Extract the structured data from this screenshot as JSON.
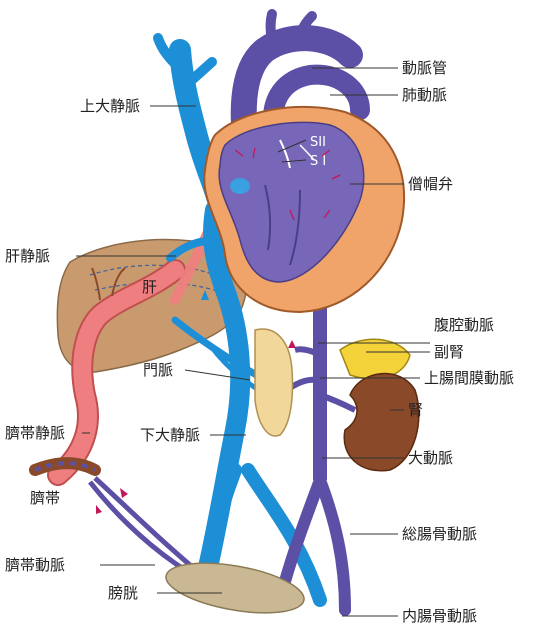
{
  "labels": {
    "ductus_arteriosus": "動脈管",
    "pulmonary_artery": "肺動脈",
    "svc": "上大静脈",
    "mitral_valve": "僧帽弁",
    "hepatic_vein": "肝静脈",
    "liver": "肝",
    "celiac_artery": "腹腔動脈",
    "adrenal": "副腎",
    "portal_vein": "門脈",
    "sma": "上腸間膜動脈",
    "kidney": "腎",
    "umbilical_vein": "臍帯静脈",
    "ivc": "下大静脈",
    "aorta": "大動脈",
    "umbilical_cord": "臍帯",
    "common_iliac": "総腸骨動脈",
    "umbilical_artery": "臍帯動脈",
    "bladder": "膀胱",
    "internal_iliac": "内腸骨動脈",
    "s2": "SII",
    "s1": "S I"
  },
  "colors": {
    "vein_blue": "#1d8fd6",
    "artery_purple": "#5c4fa6",
    "heart_outer": "#f0a46a",
    "heart_inner": "#7867b8",
    "liver": "#c99a6e",
    "umbilical_red": "#ef7e80",
    "kidney": "#8a4a2a",
    "adrenal": "#f3d23a",
    "bladder": "#c9b893",
    "pancreas": "#f2d79a"
  }
}
